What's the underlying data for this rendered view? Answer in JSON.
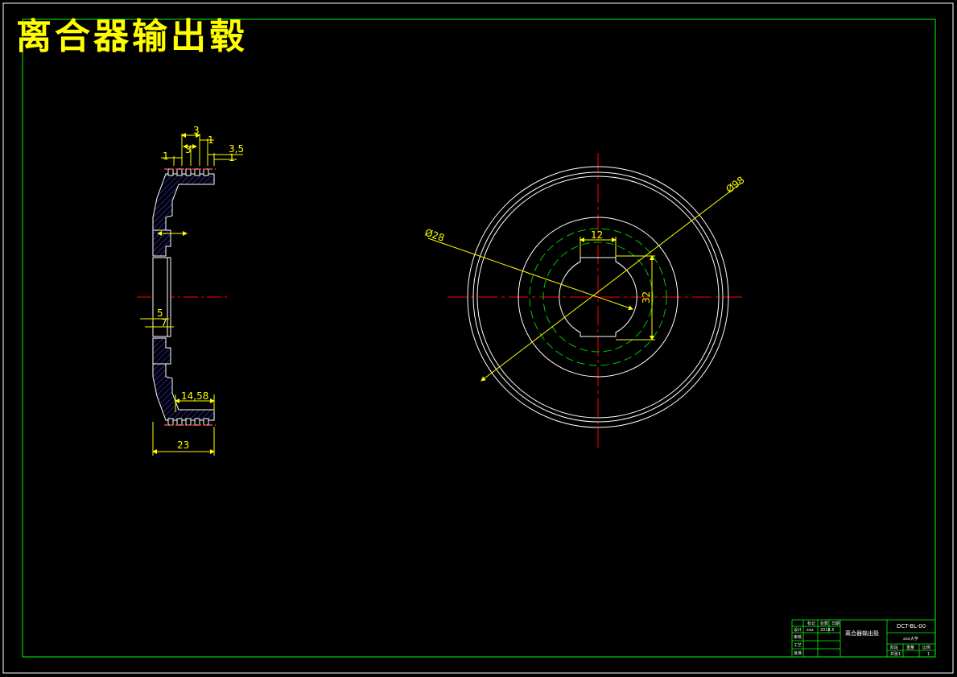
{
  "drawing": {
    "title": "离合器输出毂",
    "colors": {
      "background": "#000000",
      "border": "#00ff00",
      "outline": "#ffffff",
      "dimension": "#ffff00",
      "centerline": "#ff0000",
      "hidden": "#00c800",
      "hatch": "#3030ff"
    }
  },
  "section_view": {
    "dimensions": {
      "d_top_3": "3",
      "d_top_1_right": "1",
      "d_3_5": "3,5",
      "d_1_left": "1",
      "d_3_inner": "3",
      "d_1_right": "1",
      "d_5": "5",
      "d_7": "7",
      "d_14_58": "14,58",
      "d_23": "23"
    }
  },
  "front_view": {
    "dimensions": {
      "outer_dia": "Ø98",
      "bore_dia": "Ø28",
      "key_width": "12",
      "key_height": "32"
    }
  },
  "title_block": {
    "part_name": "离合器输出毂",
    "drawing_number": "DCT-BL-00",
    "school": "xxx大学",
    "labels": {
      "design": "设计",
      "check": "审核",
      "process": "工艺",
      "approve": "批准",
      "mark": "标记",
      "count": "处数",
      "date": "日期",
      "sheet": "共张",
      "stage": "阶段",
      "weight": "重量",
      "scale": "比例"
    },
    "values": {
      "designer": "xxx",
      "design_date": "2018.5",
      "sheet_value": "1",
      "scale_value": "1"
    }
  }
}
